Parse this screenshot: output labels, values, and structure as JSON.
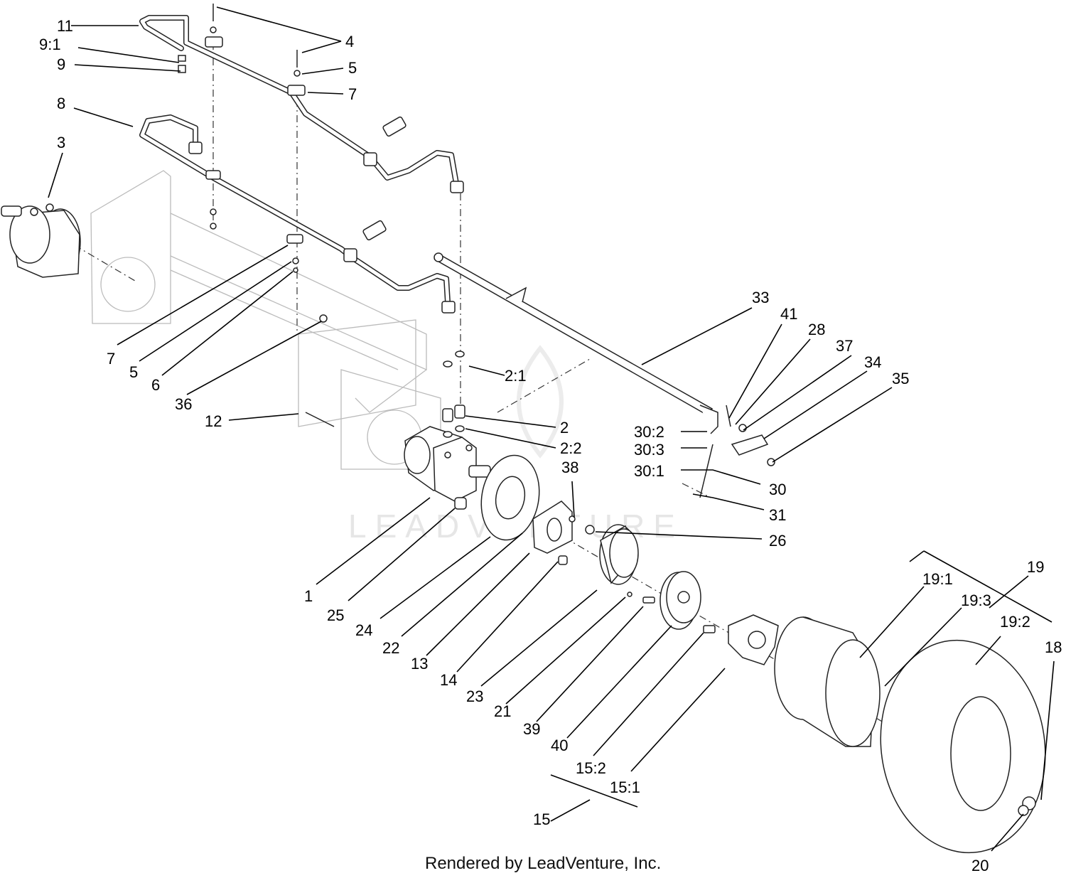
{
  "callouts": [
    {
      "id": "c11",
      "text": "11"
    },
    {
      "id": "c91",
      "text": "9:1"
    },
    {
      "id": "c9",
      "text": "9"
    },
    {
      "id": "c4",
      "text": "4"
    },
    {
      "id": "c5a",
      "text": "5"
    },
    {
      "id": "c7a",
      "text": "7"
    },
    {
      "id": "c8",
      "text": "8"
    },
    {
      "id": "c3",
      "text": "3"
    },
    {
      "id": "c33",
      "text": "33"
    },
    {
      "id": "c41",
      "text": "41"
    },
    {
      "id": "c28",
      "text": "28"
    },
    {
      "id": "c37",
      "text": "37"
    },
    {
      "id": "c34",
      "text": "34"
    },
    {
      "id": "c35",
      "text": "35"
    },
    {
      "id": "c7b",
      "text": "7"
    },
    {
      "id": "c5b",
      "text": "5"
    },
    {
      "id": "c6",
      "text": "6"
    },
    {
      "id": "c36",
      "text": "36"
    },
    {
      "id": "c21a",
      "text": "2:1"
    },
    {
      "id": "c12",
      "text": "12"
    },
    {
      "id": "c2",
      "text": "2"
    },
    {
      "id": "c22a",
      "text": "2:2"
    },
    {
      "id": "c302",
      "text": "30:2"
    },
    {
      "id": "c303",
      "text": "30:3"
    },
    {
      "id": "c301",
      "text": "30:1"
    },
    {
      "id": "c38",
      "text": "38"
    },
    {
      "id": "c30",
      "text": "30"
    },
    {
      "id": "c31",
      "text": "31"
    },
    {
      "id": "c26",
      "text": "26"
    },
    {
      "id": "c19",
      "text": "19"
    },
    {
      "id": "c191",
      "text": "19:1"
    },
    {
      "id": "c193",
      "text": "19:3"
    },
    {
      "id": "c192",
      "text": "19:2"
    },
    {
      "id": "c18",
      "text": "18"
    },
    {
      "id": "c1",
      "text": "1"
    },
    {
      "id": "c25",
      "text": "25"
    },
    {
      "id": "c24",
      "text": "24"
    },
    {
      "id": "c22",
      "text": "22"
    },
    {
      "id": "c13",
      "text": "13"
    },
    {
      "id": "c14",
      "text": "14"
    },
    {
      "id": "c23",
      "text": "23"
    },
    {
      "id": "c21",
      "text": "21"
    },
    {
      "id": "c39",
      "text": "39"
    },
    {
      "id": "c40",
      "text": "40"
    },
    {
      "id": "c152",
      "text": "15:2"
    },
    {
      "id": "c151",
      "text": "15:1"
    },
    {
      "id": "c15",
      "text": "15"
    },
    {
      "id": "c20",
      "text": "20"
    }
  ],
  "watermark": "LEADVENTURE",
  "footer": "Rendered by LeadVenture, Inc."
}
